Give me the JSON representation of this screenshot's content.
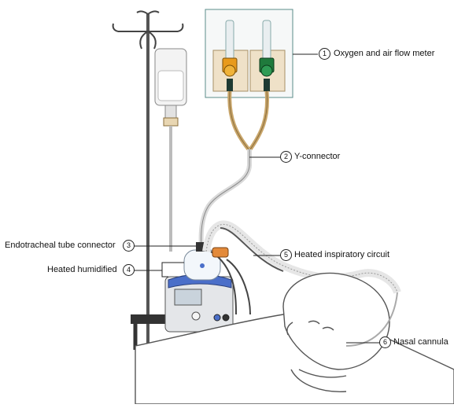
{
  "labels": [
    {
      "num": "1",
      "text": "Oxygen and air flow meter"
    },
    {
      "num": "2",
      "text": "Y-connector"
    },
    {
      "num": "3",
      "text": "Endotracheal tube connector"
    },
    {
      "num": "4",
      "text": "Heated humidified"
    },
    {
      "num": "5",
      "text": "Heated inspiratory circuit"
    },
    {
      "num": "6",
      "text": "Nasal cannula"
    }
  ],
  "colors": {
    "oxygen_valve": "#e89a1c",
    "air_valve": "#1f7a3c",
    "supply_tubing": "#c9a66b",
    "humidifier_accent": "#4b6fc9",
    "heater_wire": "#e38a3a",
    "line": "#333333"
  },
  "icons": [
    "iv-stand",
    "iv-bag",
    "flow-meter-panel",
    "humidifier",
    "patient-head"
  ]
}
